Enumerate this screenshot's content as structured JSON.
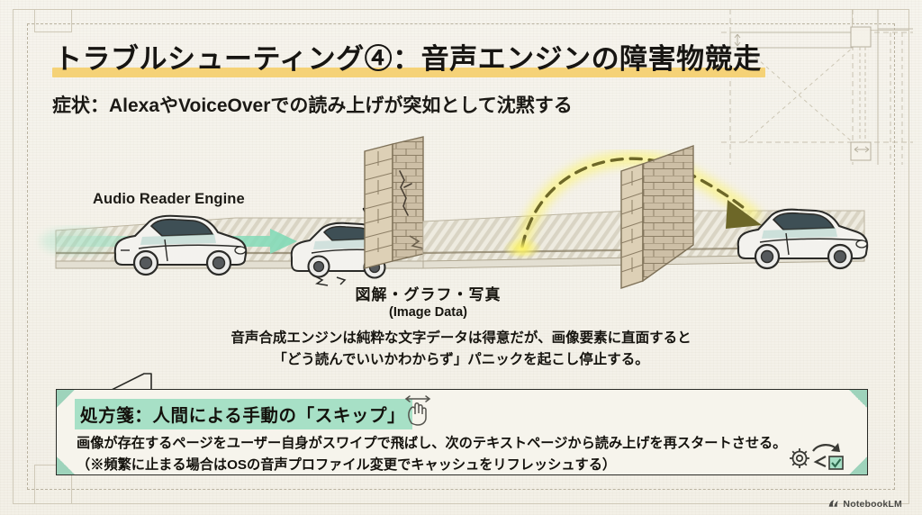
{
  "slide": {
    "title": "トラブルシューティング④：音声エンジンの障害物競走",
    "subtitle": "症状：AlexaやVoiceOverでの読み上げが突如として沈黙する",
    "highlight_color": "#f5d277",
    "background_color": "#f3f0e7"
  },
  "illustration": {
    "engine_label": "Audio Reader Engine",
    "obstacle_caption_jp": "図解・グラフ・写真",
    "obstacle_caption_en": "(Image Data)",
    "flow_arrow_color": "#8fe0c0",
    "jump_arc_color": "#f2e85a",
    "road_color": "#e8e4d8",
    "wall_color": "#cbbda4"
  },
  "explanation": {
    "line1": "音声合成エンジンは純粋な文字データは得意だが、画像要素に直面すると",
    "line2": "「どう読んでいいかわからず」パニックを起こし停止する。"
  },
  "solution": {
    "heading": "処方箋：人間による手動の「スキップ」",
    "heading_highlight": "#a7e0c6",
    "line1": "画像が存在するページをユーザー自身がスワイプで飛ばし、次のテキストページから読み上げを再スタートさせる。",
    "line2": "（※頻繁に止まる場合はOSの音声プロファイル変更でキャッシュをリフレッシュする）",
    "gesture_icon": "swipe-hand-icon",
    "settings_icon": "gear-refresh-check-icon"
  },
  "watermark": {
    "label": "NotebookLM"
  }
}
